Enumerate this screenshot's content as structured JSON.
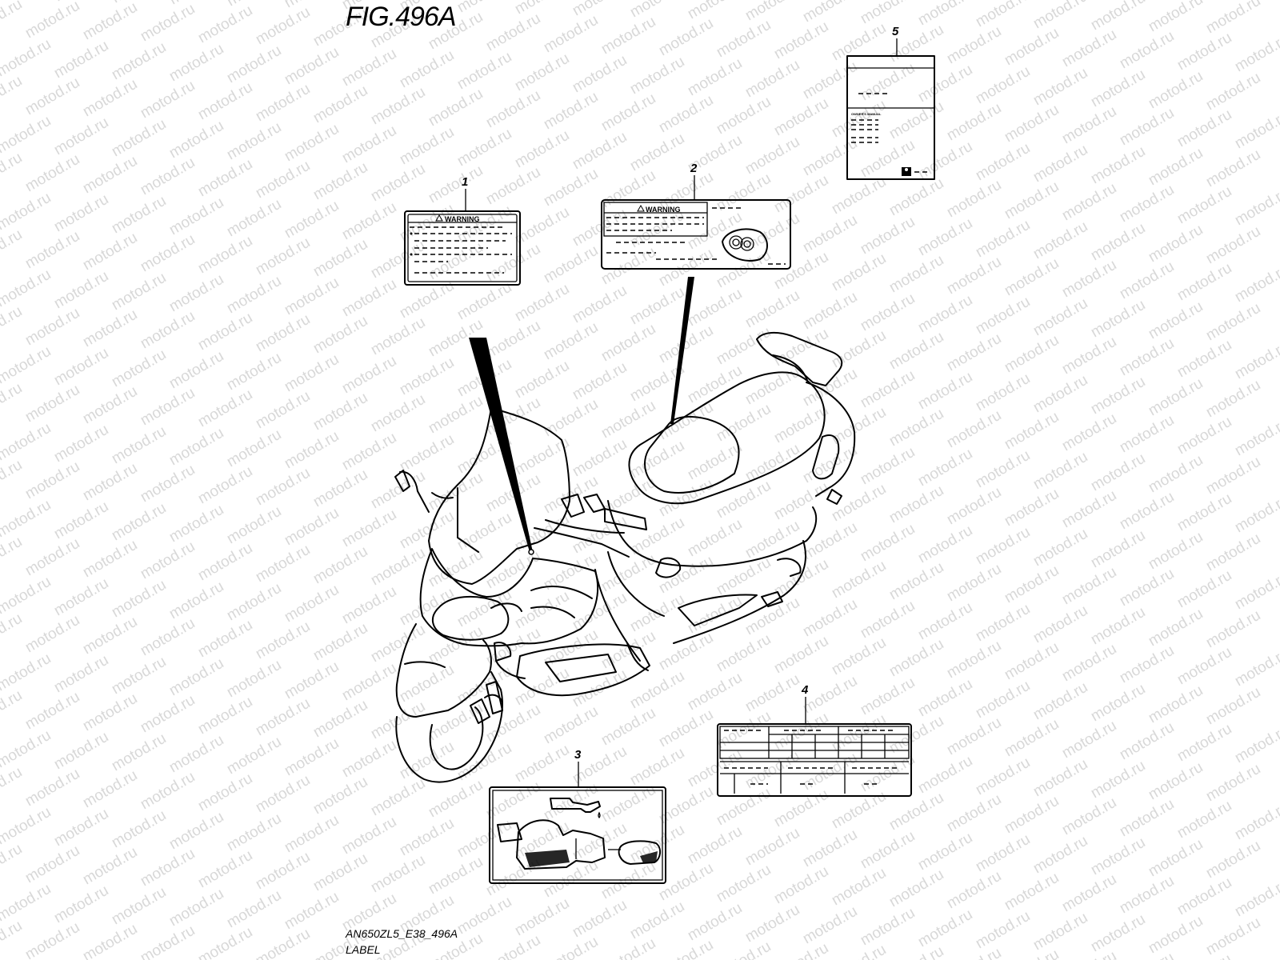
{
  "figure": {
    "title": "FIG.496A",
    "code": "AN650ZL5_E38_496A",
    "section": "LABEL",
    "watermark": "motod.ru"
  },
  "callouts": [
    {
      "number": "1",
      "part": "warning-label"
    },
    {
      "number": "2",
      "part": "warning-label-with-diagram"
    },
    {
      "number": "3",
      "part": "oil-check-label"
    },
    {
      "number": "4",
      "part": "tire-information-label"
    },
    {
      "number": "5",
      "part": "owners-manual"
    }
  ],
  "labels": {
    "warning_text": "WARNING",
    "manual_heading": "OWNER'S MANUAL"
  }
}
